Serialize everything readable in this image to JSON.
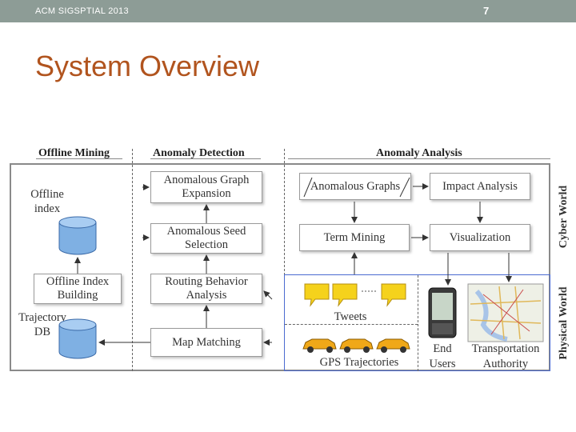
{
  "slide": {
    "conference": "ACM SIGSPTIAL 2013",
    "page_number": "7",
    "title": "System Overview"
  },
  "diagram": {
    "sections": {
      "offline_mining": "Offline Mining",
      "anomaly_detection": "Anomaly Detection",
      "anomaly_analysis": "Anomaly Analysis"
    },
    "offline": {
      "offline_index": "Offline index",
      "index_building": "Offline Index Building",
      "trajectory_db": "Trajectory DB"
    },
    "detection": {
      "graph_expansion": "Anomalous Graph Expansion",
      "seed_selection": "Anomalous Seed Selection",
      "routing_behavior": "Routing Behavior Analysis",
      "map_matching": "Map Matching"
    },
    "analysis": {
      "anomalous_graphs": "Anomalous Graphs",
      "impact_analysis": "Impact Analysis",
      "term_mining": "Term Mining",
      "visualization": "Visualization",
      "tweets": "Tweets",
      "gps_trajectories": "GPS Trajectories",
      "end_users": "End Users",
      "transportation_authority": "Transportation Authority"
    },
    "worlds": {
      "cyber": "Cyber World",
      "physical": "Physical World"
    },
    "colors": {
      "region_border": "#4a6ad0",
      "db_fill": "#7fb0e3",
      "taxi": "#f0a818",
      "bubble": "#f5d21c"
    }
  }
}
